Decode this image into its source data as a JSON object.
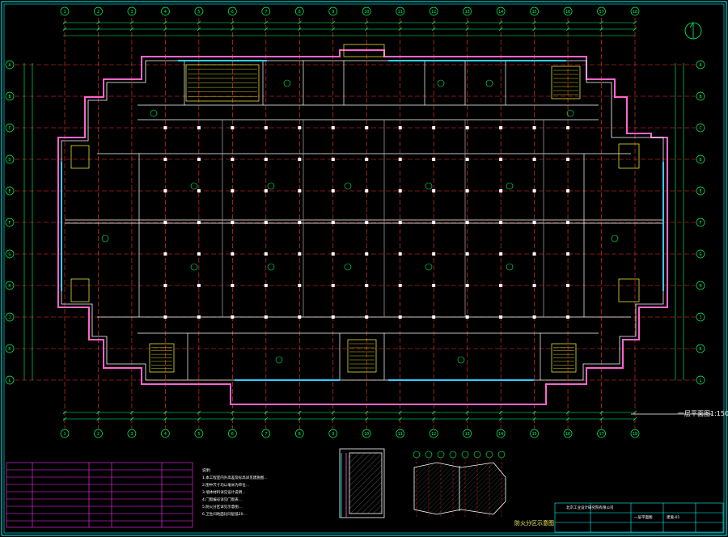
{
  "drawing": {
    "plan_title": "一层平面图1:150",
    "detail_caption": "防火分区示意图",
    "north_symbol": "north-arrow-icon",
    "grid_top": [
      "1",
      "2",
      "3",
      "4",
      "5",
      "6",
      "7",
      "8",
      "9",
      "10",
      "11",
      "12",
      "13",
      "14",
      "15",
      "16",
      "17",
      "18"
    ],
    "grid_left": [
      "A",
      "B",
      "C",
      "D",
      "E",
      "F",
      "G",
      "H",
      "J",
      "K",
      "L"
    ],
    "grid_bottom": [
      "1",
      "2",
      "3",
      "4",
      "5",
      "6",
      "7",
      "8",
      "9",
      "10",
      "11",
      "12",
      "13",
      "14",
      "15",
      "16",
      "17",
      "18"
    ]
  },
  "colors": {
    "background": "#000000",
    "frame": "#00ffff",
    "axis": "#ff3333",
    "wall": "#ffffff",
    "partition": "#ff66cc",
    "dimension": "#00ff66",
    "stair": "#ffff33",
    "window": "#33ccff",
    "legend": "#ff33ff"
  },
  "notes": {
    "heading": "说明：",
    "lines": [
      "1.本工程室内外高差及标高详见建施图...",
      "2.图中尺寸均以毫米为单位...",
      "3.墙体材料详见设计说明...",
      "4.门窗编号详见门窗表...",
      "5.防火分区详见示意图...",
      "6.卫生间地面比同层低20..."
    ]
  },
  "title_block": {
    "company": "北京工业设计研究院有限公司",
    "sheet_title": "一层平面图",
    "sheet_no": "建施-01"
  }
}
